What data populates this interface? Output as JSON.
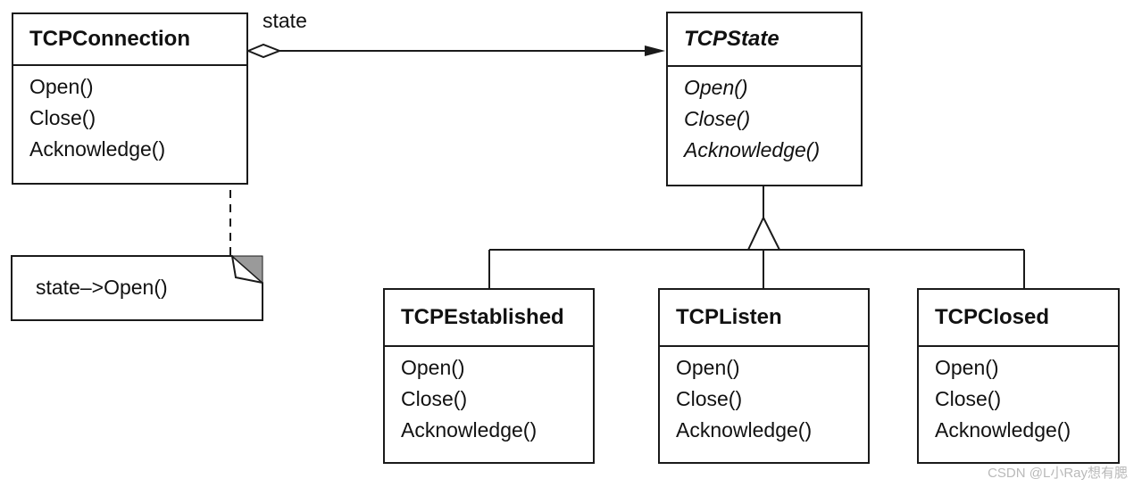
{
  "context": {
    "name": "TCPConnection",
    "operations": [
      "Open()",
      "Close()",
      "Acknowledge()"
    ]
  },
  "association": {
    "role": "state"
  },
  "note": {
    "text": "state–>Open()"
  },
  "abstract_state": {
    "name": "TCPState",
    "operations": [
      "Open()",
      "Close()",
      "Acknowledge()"
    ]
  },
  "subclasses": [
    {
      "name": "TCPEstablished",
      "operations": [
        "Open()",
        "Close()",
        "Acknowledge()"
      ]
    },
    {
      "name": "TCPListen",
      "operations": [
        "Open()",
        "Close()",
        "Acknowledge()"
      ]
    },
    {
      "name": "TCPClosed",
      "operations": [
        "Open()",
        "Close()",
        "Acknowledge()"
      ]
    }
  ],
  "watermark": "CSDN @L小Ray想有腮"
}
